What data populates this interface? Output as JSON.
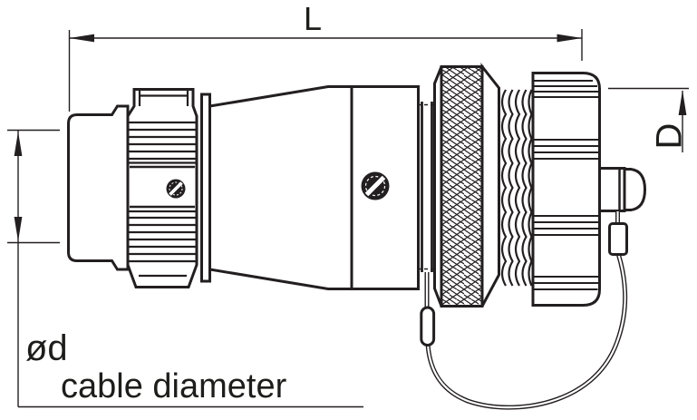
{
  "diagram": {
    "dimensions": {
      "length_label": "L",
      "diameter_label": "D",
      "cable_diameter_symbol": "ød",
      "cable_diameter_note": "cable diameter"
    },
    "colors": {
      "line": "#231f20",
      "background": "#ffffff"
    }
  }
}
